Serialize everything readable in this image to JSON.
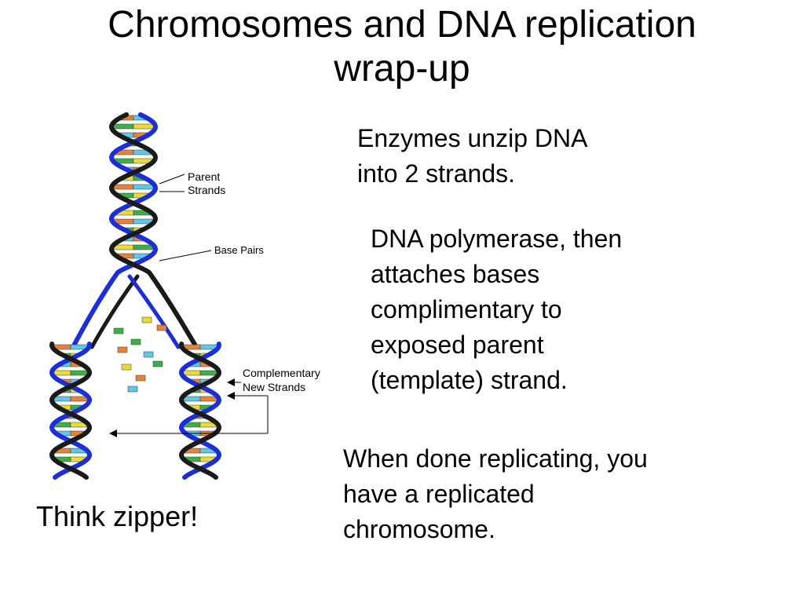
{
  "title": {
    "line1": "Chromosomes and DNA replication",
    "line2": "wrap-up"
  },
  "paragraphs": [
    {
      "lines": [
        "Enzymes unzip DNA",
        "into 2 strands."
      ]
    },
    {
      "lines": [
        "DNA polymerase, then",
        "attaches bases",
        "complimentary to",
        "exposed parent",
        "(template) strand."
      ]
    },
    {
      "lines": [
        "When done replicating, you",
        "have a replicated",
        "chromosome."
      ]
    }
  ],
  "caption": "Think zipper!",
  "diagram": {
    "labels": {
      "parent_strands": [
        "Parent",
        "Strands"
      ],
      "base_pairs": "Base Pairs",
      "complementary": [
        "Complementary",
        "New Strands"
      ]
    },
    "colors": {
      "strand_blue": "#1c2ed6",
      "strand_dark": "#1a1a1a",
      "base_orange": "#e8823a",
      "base_green": "#3fae49",
      "base_cyan": "#5fc8e6",
      "base_yellow": "#e9dc3a"
    }
  }
}
